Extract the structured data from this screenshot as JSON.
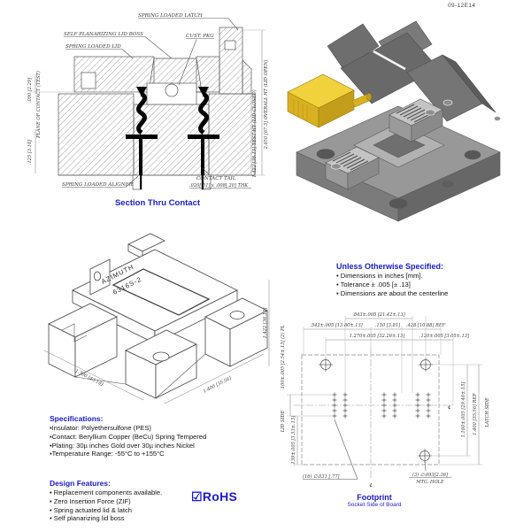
{
  "page": {
    "doc_number": "09-12E14"
  },
  "colors": {
    "accent_blue": "#1a1acd",
    "drawing_line": "#3a3a3a",
    "package_yellow": "#f0c830",
    "cad_gray_top": "#989898",
    "cad_gray_dark": "#696969"
  },
  "section_view": {
    "caption": "Section Thru Contact",
    "labels": {
      "latch": "SPRING LOADED LATCH",
      "boss": "SELF PLANARIZING LID BOSS",
      "lid": "SPRING LOADED LID",
      "pkg": "CUST. PKG",
      "aligner": "SPRING LOADED ALIGNER",
      "tail": "CONTACT TAIL",
      "tail_dim": ".020[.51] x .008[.20] THK",
      "dim_plane": ".090 [2.29]",
      "plane": "PLANE OF CONTACT (TEST)",
      "dim_125": ".125 [3.18]",
      "test_ht": "1.422 [36.13] TEST HT (LID CLOSED)",
      "overall_ht": "2.650 [67.3] OVERALL HT (LID OPEN)"
    }
  },
  "iso_view": {
    "brand": "AZIMUTH",
    "model": "6316S-2",
    "dim_left": "1.700 [43.18]",
    "dim_right": "1.400 [35.56]",
    "dim_height": "1.422 [36.13]"
  },
  "specifications": {
    "title": "Specifications:",
    "items": [
      "•Insulator: Polyethersulfone (PES)",
      "•Contact: Beryllium Copper (BeCu) Spring Tempered",
      "•Plating: 30µ inches Gold over 30µ inches Nickel",
      "•Temperature Range: -55°C to +155°C"
    ]
  },
  "design_features": {
    "title": "Design Features:",
    "items": [
      "• Replacement components available.",
      "• Zero Insertion Force (ZIF)",
      "• Spring actuated lid & latch",
      "• Self planarizing lid boss"
    ],
    "rohs_label": "☑RoHS"
  },
  "notes": {
    "title": "Unless Otherwise Specified:",
    "items": [
      "• Dimensions in inches [mm].",
      "• Tolerance ± .005 [± .13]",
      "• Dimensions are about the centerline"
    ]
  },
  "footprint": {
    "caption": "Footprint",
    "subcaption": "Socket Side of Board",
    "centerline_symbol": "℄",
    "dims": {
      "d843": ".843±.005 [21.42±.13]",
      "d543": ".543±.005 [13.80±.13]",
      "d150": ".150 [3.81]",
      "d428": ".428 [10.88] REF",
      "d1270": "1.270±.005 [32.26±.13]",
      "d120": ".120±.005 [3.05±.13]",
      "d1160": "1.160±.005 [29.46±.13]",
      "d1400": "1.400 [35.56] REF",
      "latch_side": "LATCH SIDE",
      "lid_side": "LID SIDE",
      "d100": ".100±.005 [2.54±.13] (2) PL",
      "d139": ".139±.005 [3.53±.13]",
      "holes16": "(16) ∅.031 [.77]",
      "holes3": "(3) ∅.093[2.36]",
      "mtg": "MTG. HOLE"
    }
  }
}
